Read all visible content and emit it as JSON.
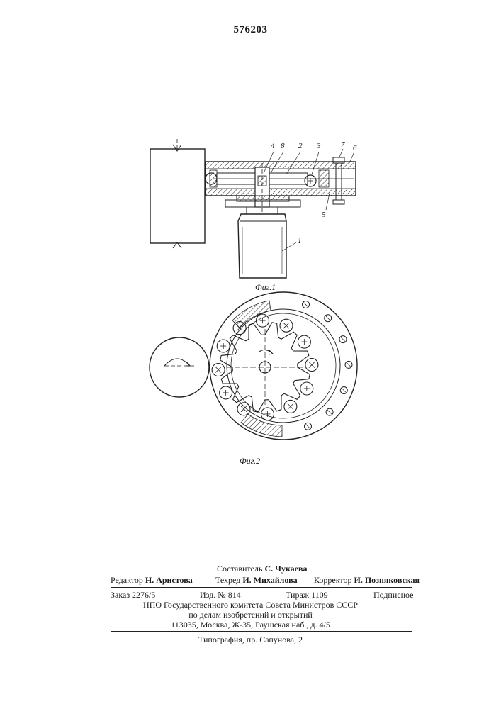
{
  "header": {
    "patent_number": "576203"
  },
  "figures": {
    "fig1": {
      "caption": "Фиг.1",
      "part_numbers": [
        "4",
        "8",
        "2",
        "3",
        "7",
        "6",
        "5",
        "1"
      ]
    },
    "fig2": {
      "caption": "Фиг.2"
    }
  },
  "imprint": {
    "compiler_label": "Составитель",
    "compiler_name": "С. Чукаева",
    "editor_label": "Редактор",
    "editor_name": "Н. Аристова",
    "techred_label": "Техред",
    "techred_name": "И. Михайлова",
    "corrector_label": "Корректор",
    "corrector_name": "И. Позняковская",
    "order": "Заказ 2276/5",
    "edition": "Изд. № 814",
    "circulation": "Тираж 1109",
    "subscription": "Подписное",
    "org_line1": "НПО Государственного комитета Совета Министров СССР",
    "org_line2": "по делам изобретений и открытий",
    "org_address": "113035, Москва, Ж-35, Раушская наб., д. 4/5",
    "printer": "Типография, пр. Сапунова, 2"
  }
}
